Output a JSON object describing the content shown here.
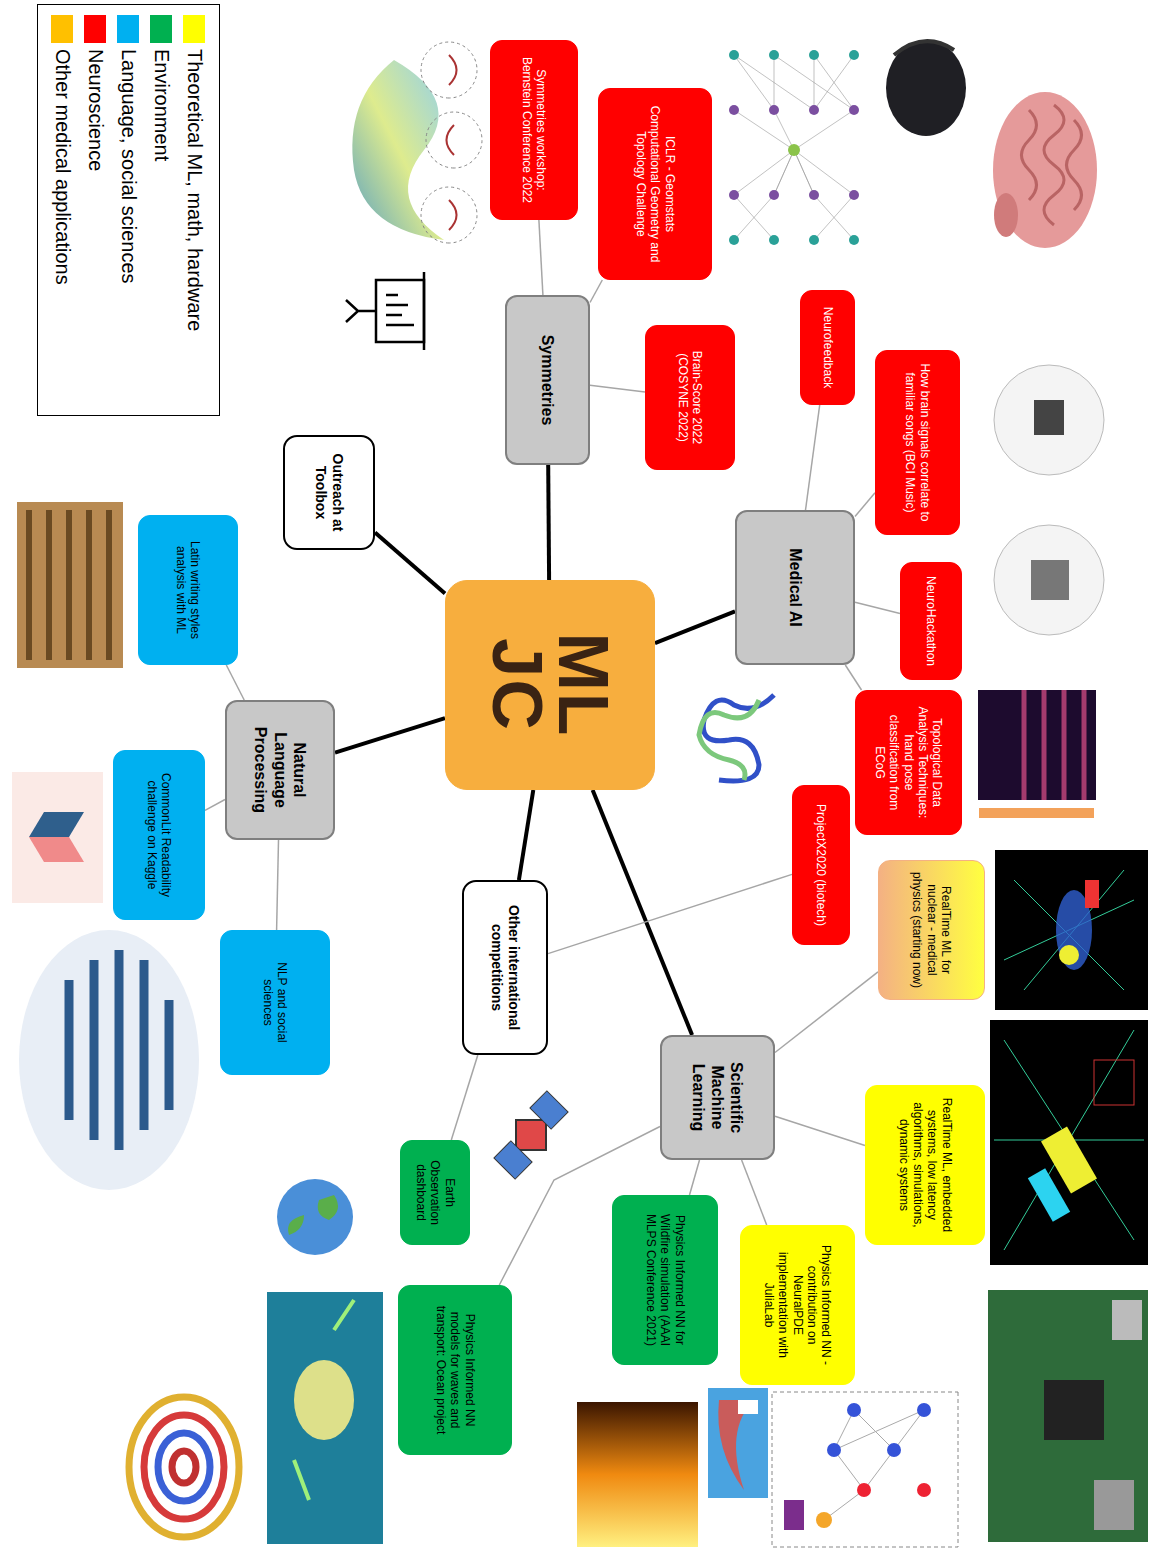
{
  "diagram": {
    "nodes": [
      {
        "text": [
          "ML JC"
        ]
      },
      {
        "text": [
          "Symmetries workshop: Bernstein Conference 2022"
        ]
      },
      {
        "text": [
          "ICLR - Geomstats Computational Geometry and Topology Challenge"
        ]
      },
      {
        "text": [
          "Symmetries"
        ]
      },
      {
        "text": [
          "Brain-Score 2022 (COSYNE 2022)"
        ]
      },
      {
        "text": [
          "Neurofeedback"
        ]
      },
      {
        "text": [
          "How brain signals correlate to familiar songs (BCI Music)"
        ]
      },
      {
        "text": [
          "Medical AI"
        ]
      },
      {
        "text": [
          "NeuroHackathon"
        ]
      },
      {
        "text": [
          "Topological Data Analysis Techniques: hand pose classification from ECoG"
        ]
      },
      {
        "text": [
          "Outreach at Toolbox"
        ]
      },
      {
        "text": [
          "ProjectX2020 (biotech)"
        ]
      },
      {
        "text": [
          "RealTime ML for nuclear - medical physics (starting now)"
        ]
      },
      {
        "text": [
          "Other international competitions"
        ]
      },
      {
        "text": [
          "Latin writing styles analysis with ML"
        ]
      },
      {
        "text": [
          "Natural Language Processing"
        ]
      },
      {
        "text": [
          "Scientific Machine Learning"
        ]
      },
      {
        "text": [
          "RealTime ML, embedded systems, low latency algorithms, simulations, dynamic systems"
        ]
      },
      {
        "text": [
          "CommonLit Readability challenge on Kaggle"
        ]
      },
      {
        "text": [
          "Earth Observation dashboard"
        ]
      },
      {
        "text": [
          "NLP and social sciences"
        ]
      },
      {
        "text": [
          "Physics Informed NN - contribution on NeuralPDE implementation with JuliaLab"
        ]
      },
      {
        "text": [
          "Physics Informed NN for Wildfire simulation (AAAI MLPS Conference 2021)"
        ]
      },
      {
        "text": [
          "Physics Informed NN models for waves and transport: Ocean project"
        ]
      }
    ],
    "edges": [
      {
        "from": 0,
        "to": 3,
        "arrow": "none"
      },
      {
        "from": 0,
        "to": 7,
        "arrow": "none"
      },
      {
        "from": 0,
        "to": 16,
        "arrow": "none"
      },
      {
        "from": 0,
        "to": 13,
        "arrow": "none"
      },
      {
        "from": 0,
        "to": 15,
        "arrow": "none"
      },
      {
        "from": 0,
        "to": 10,
        "arrow": "none"
      },
      {
        "from": 3,
        "to": 1,
        "arrow": "none"
      },
      {
        "from": 3,
        "to": 2,
        "arrow": "none"
      },
      {
        "from": 3,
        "to": 4,
        "arrow": "none"
      },
      {
        "from": 7,
        "to": 5,
        "arrow": "none"
      },
      {
        "from": 7,
        "to": 6,
        "arrow": "none"
      },
      {
        "from": 7,
        "to": 8,
        "arrow": "none"
      },
      {
        "from": 7,
        "to": 9,
        "arrow": "none"
      },
      {
        "from": 13,
        "to": 11,
        "arrow": "none"
      },
      {
        "from": 13,
        "to": 19,
        "arrow": "none"
      },
      {
        "from": 16,
        "to": 12,
        "arrow": "none"
      },
      {
        "from": 16,
        "to": 17,
        "arrow": "none"
      },
      {
        "from": 16,
        "to": 21,
        "arrow": "none"
      },
      {
        "from": 16,
        "to": 22,
        "arrow": "none"
      },
      {
        "from": 16,
        "to": 23,
        "arrow": "none"
      },
      {
        "from": 15,
        "to": 14,
        "arrow": "none"
      },
      {
        "from": 15,
        "to": 18,
        "arrow": "none"
      },
      {
        "from": 15,
        "to": 20,
        "arrow": "none"
      }
    ],
    "legend": [
      {
        "text": "Theoretical ML, math, hardware",
        "color": "#ffff00"
      },
      {
        "text": "Environment",
        "color": "#00b050"
      },
      {
        "text": "Language, social sciences",
        "color": "#00b0f0"
      },
      {
        "text": "Neuroscience",
        "color": "#ff0000"
      },
      {
        "text": "Other medical applications",
        "color": "#ffc000"
      }
    ]
  }
}
